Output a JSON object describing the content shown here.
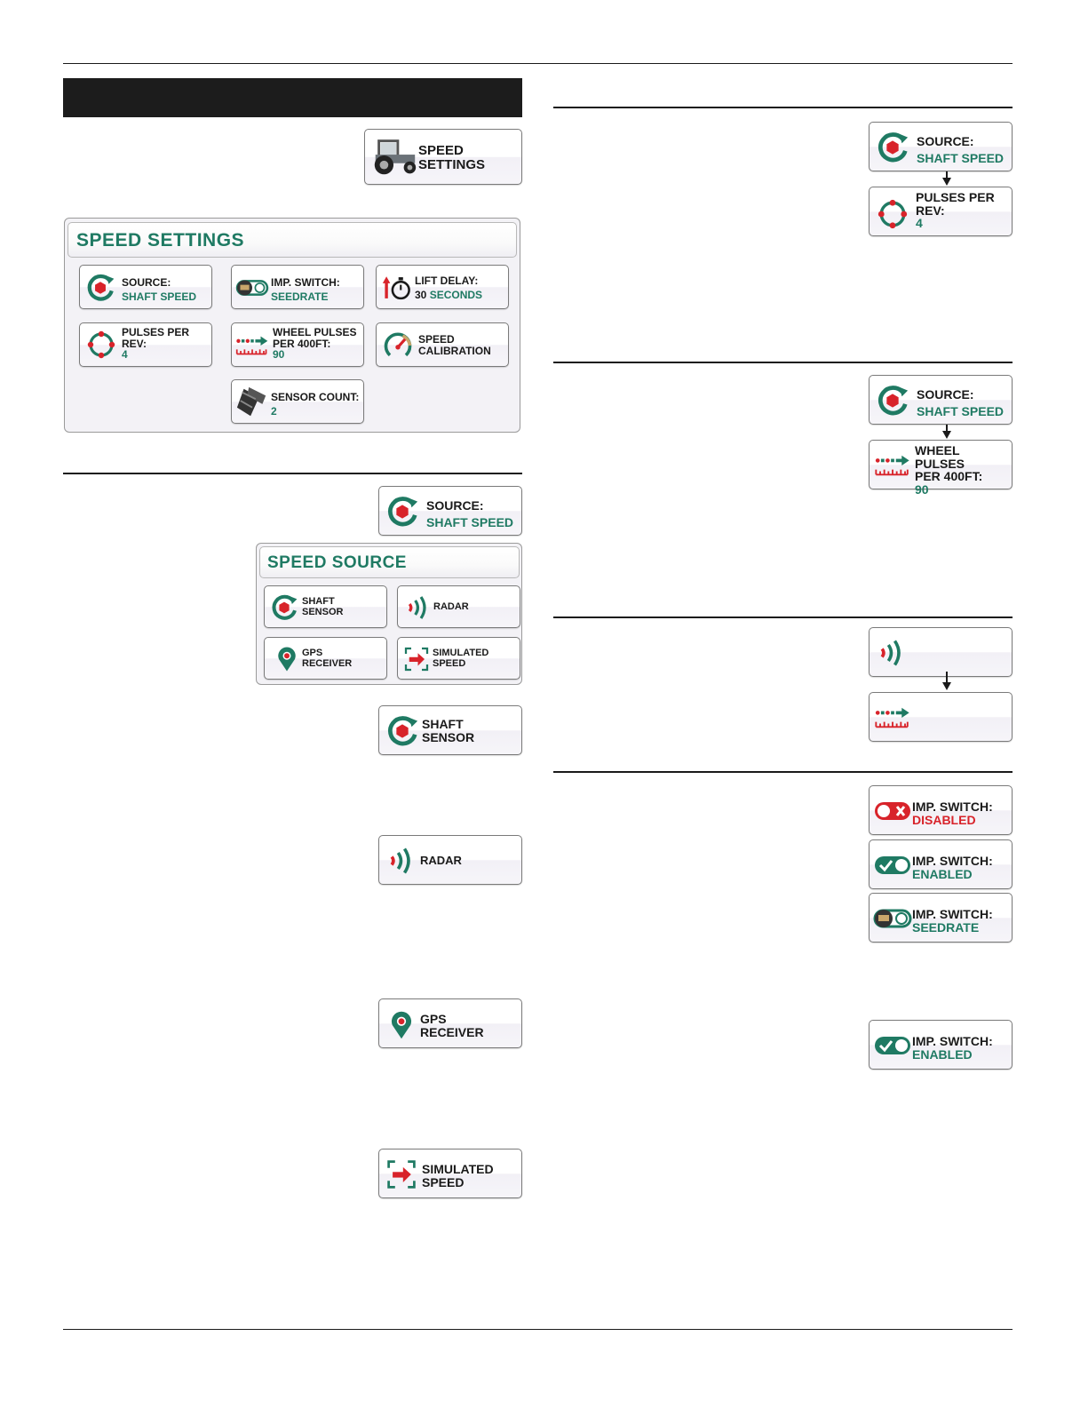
{
  "settings_button": {
    "line1": "SPEED",
    "line2": "SETTINGS",
    "icon": "tractor-icon"
  },
  "speed_settings_panel": {
    "title": "SPEED SETTINGS",
    "source": {
      "label": "SOURCE:",
      "value": "SHAFT SPEED"
    },
    "imp_switch": {
      "label": "IMP. SWITCH:",
      "value": "SEEDRATE"
    },
    "lift_delay": {
      "label": "LIFT DELAY:",
      "value_num": "30",
      "value_unit": "SECONDS"
    },
    "pulses": {
      "label_line1": "PULSES PER",
      "label_line2": "REV:",
      "value": "4"
    },
    "wheel_pulses": {
      "label_line1": "WHEEL PULSES",
      "label_line2": "PER 400FT:",
      "value": "90"
    },
    "calibration": {
      "line1": "SPEED",
      "line2": "CALIBRATION"
    },
    "sensor_count": {
      "label": "SENSOR COUNT:",
      "value": "2"
    }
  },
  "source_button": {
    "label": "SOURCE:",
    "value": "SHAFT SPEED"
  },
  "speed_source_panel": {
    "title": "SPEED SOURCE",
    "shaft": {
      "line1": "SHAFT",
      "line2": "SENSOR"
    },
    "radar": {
      "label": "RADAR"
    },
    "gps": {
      "line1": "GPS",
      "line2": "RECEIVER"
    },
    "simulated": {
      "line1": "SIMULATED",
      "line2": "SPEED"
    }
  },
  "shaft_sensor_button": {
    "line1": "SHAFT",
    "line2": "SENSOR"
  },
  "radar_button": {
    "label": "RADAR"
  },
  "gps_button": {
    "line1": "GPS",
    "line2": "RECEIVER"
  },
  "simulated_button": {
    "line1": "SIMULATED",
    "line2": "SPEED"
  },
  "right_shaft": {
    "source": {
      "label": "SOURCE:",
      "value": "SHAFT SPEED"
    },
    "pulses": {
      "label_line1": "PULSES PER",
      "label_line2": "REV:",
      "value": "4"
    }
  },
  "right_wheel": {
    "source": {
      "label": "SOURCE:",
      "value": "SHAFT SPEED"
    },
    "wheel": {
      "label_line1": "WHEEL PULSES",
      "label_line2": "PER 400FT:",
      "value": "90"
    }
  },
  "imp_switch_states": {
    "disabled": {
      "label": "IMP. SWITCH:",
      "value": "DISABLED"
    },
    "enabled": {
      "label": "IMP. SWITCH:",
      "value": "ENABLED"
    },
    "seedrate": {
      "label": "IMP. SWITCH:",
      "value": "SEEDRATE"
    },
    "enabled2": {
      "label": "IMP. SWITCH:",
      "value": "ENABLED"
    }
  },
  "colors": {
    "brand_green": "#1f7a63",
    "alert_red": "#d8232a",
    "header_black": "#1c1c1c"
  }
}
